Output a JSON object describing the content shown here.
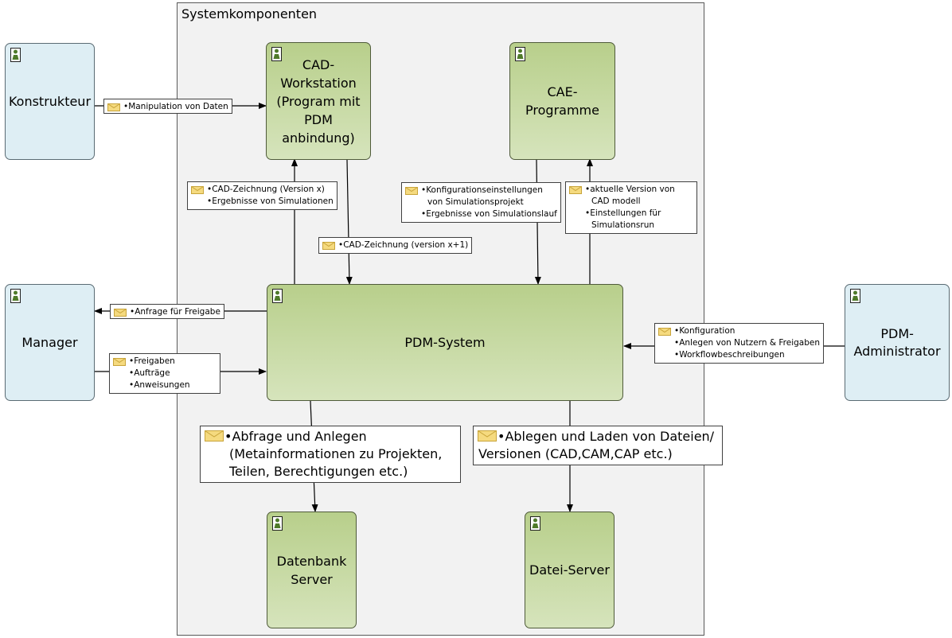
{
  "system_title": "Systemkomponenten",
  "actors": {
    "konstrukteur": [
      "Konstrukteur"
    ],
    "manager": [
      "Manager"
    ],
    "pdm_admin": [
      "PDM-",
      "Administrator"
    ]
  },
  "components": {
    "cad_workstation": [
      "CAD-",
      "Workstation",
      "(Program mit",
      "PDM",
      "anbindung)"
    ],
    "cae": [
      "CAE-",
      "Programme"
    ],
    "pdm_system": [
      "PDM-System"
    ],
    "datenbank": [
      "Datenbank",
      "Server"
    ],
    "datei_server": [
      "Datei-Server"
    ]
  },
  "messages": {
    "manipulation": [
      "•Manipulation von Daten"
    ],
    "cad_zeichnung_x": [
      "•CAD-Zeichnung (Version x)",
      "•Ergebnisse von Simulationen"
    ],
    "cad_zeichnung_x1": [
      "•CAD-Zeichnung (version x+1)"
    ],
    "konfig_sim": [
      "•Konfigurationseinstellungen",
      "von Simulationsprojekt",
      "•Ergebnisse von Simulationslauf"
    ],
    "aktuelle_version": [
      "•aktuelle Version von",
      "CAD modell",
      "•Einstellungen für",
      "Simulationsrun"
    ],
    "anfrage": [
      "•Anfrage für Freigabe"
    ],
    "freigaben": [
      "•Freigaben",
      "•Aufträge",
      "•Anweisungen"
    ],
    "konfiguration": [
      "•Konfiguration",
      "•Anlegen von Nutzern & Freigaben",
      "•Workflowbeschreibungen"
    ],
    "abfrage": [
      "•Abfrage und Anlegen",
      "(Metainformationen zu Projekten,",
      "Teilen, Berechtigungen etc.)"
    ],
    "ablegen": [
      "•Ablegen und Laden von Dateien/",
      "Versionen (CAD,CAM,CAP etc.)"
    ]
  }
}
